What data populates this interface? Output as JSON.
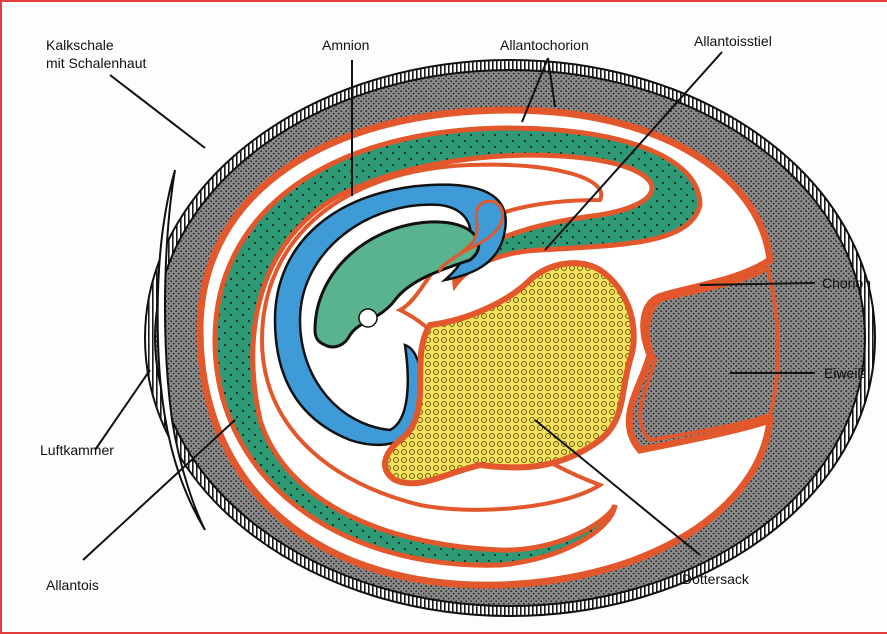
{
  "labels": {
    "shell_line1": "Kalkschale",
    "shell_line2": "mit Schalenhaut",
    "amnion": "Amnion",
    "allantochorion": "Allantochorion",
    "allantoisstiel": "Allantoisstiel",
    "chorion": "Chorion",
    "eiweiss": "Eiweiß",
    "luftkammer": "Luftkammer",
    "allantois": "Allantois",
    "dottersack": "Dottersack"
  },
  "colors": {
    "frame": "#e23b3b",
    "shell": "#1a1a1a",
    "albumen": "#6f6f6f",
    "chorion_orange": "#e2572b",
    "allantois_green": "#2e9a76",
    "amnion_blue": "#3e9bd8",
    "embryo_green": "#58b38e",
    "yolk_yellow": "#f2e15a"
  }
}
